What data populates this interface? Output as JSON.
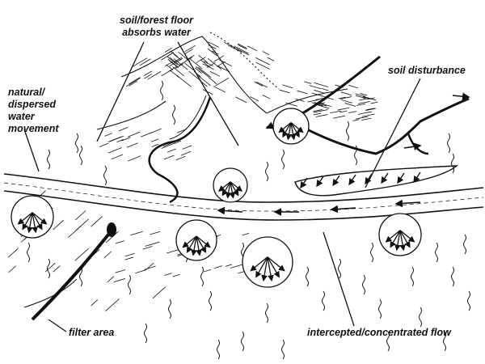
{
  "labels": {
    "soil_forest_floor": "soil/forest floor\nabsorbs water",
    "natural_dispersed": "natural/\ndispersed\nwater\nmovement",
    "soil_disturbance": "soil disturbance",
    "filter_area": "filter area",
    "intercepted_flow": "intercepted/concentrated flow"
  },
  "colors": {
    "ink": "#111111",
    "paper": "#ffffff"
  },
  "icons": [
    "water-drip-icon",
    "dispersal-arrows-icon",
    "culvert-icon",
    "flow-arrow-icon"
  ]
}
